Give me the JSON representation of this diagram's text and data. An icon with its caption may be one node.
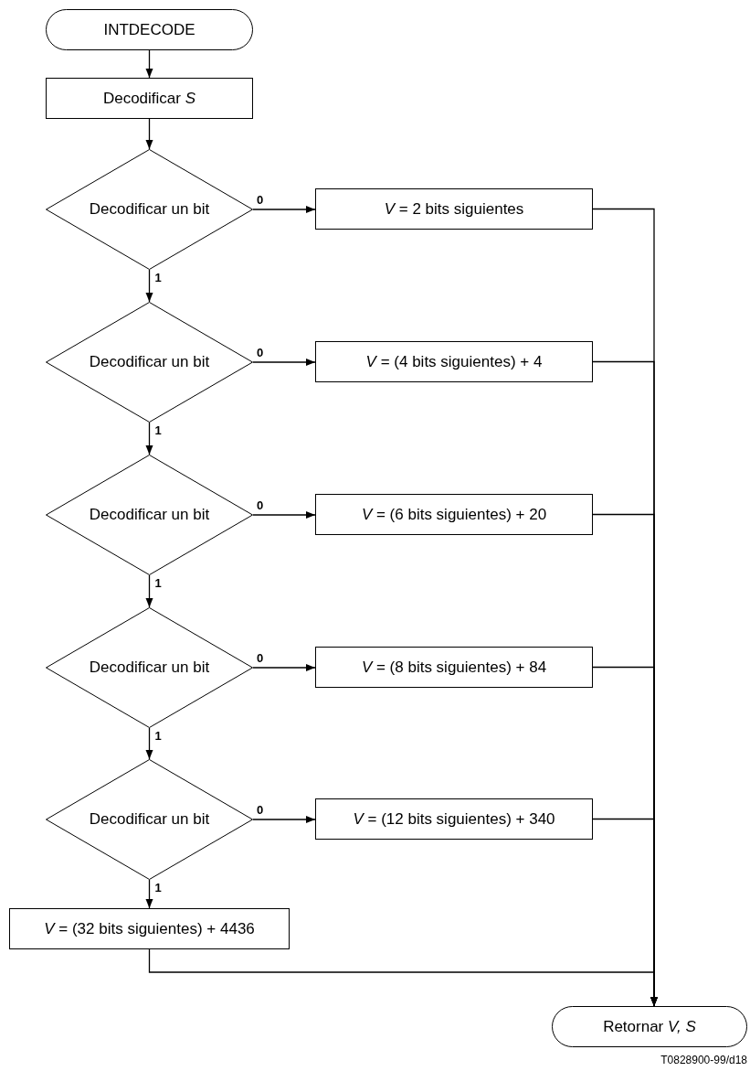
{
  "diagram": {
    "nodes": [
      {
        "text": [
          "INTDECODE"
        ]
      },
      {
        "text": [
          "Decodificar *S*"
        ]
      },
      {
        "text": [
          "Decodificar un bit"
        ]
      },
      {
        "text": [
          "*V* = 2 bits siguientes"
        ]
      },
      {
        "text": [
          "Decodificar un bit"
        ]
      },
      {
        "text": [
          "*V* = (4 bits siguientes) + 4"
        ]
      },
      {
        "text": [
          "Decodificar un bit"
        ]
      },
      {
        "text": [
          "*V* = (6 bits siguientes) + 20"
        ]
      },
      {
        "text": [
          "Decodificar un bit"
        ]
      },
      {
        "text": [
          "*V* = (8 bits siguientes) + 84"
        ]
      },
      {
        "text": [
          "Decodificar un bit"
        ]
      },
      {
        "text": [
          "*V* = (12 bits siguientes) + 340"
        ]
      },
      {
        "text": [
          "*V* = (32 bits siguientes) + 4436"
        ]
      },
      {
        "text": [
          "Retornar *V, S*"
        ]
      }
    ],
    "edges": [
      {
        "from": 0,
        "to": 1,
        "arrow": "to"
      },
      {
        "from": 1,
        "to": 2,
        "arrow": "to"
      },
      {
        "from": 2,
        "to": 3,
        "arrow": "to",
        "label": "0"
      },
      {
        "from": 2,
        "to": 4,
        "arrow": "to",
        "label": "1"
      },
      {
        "from": 4,
        "to": 5,
        "arrow": "to",
        "label": "0"
      },
      {
        "from": 4,
        "to": 6,
        "arrow": "to",
        "label": "1"
      },
      {
        "from": 6,
        "to": 7,
        "arrow": "to",
        "label": "0"
      },
      {
        "from": 6,
        "to": 8,
        "arrow": "to",
        "label": "1"
      },
      {
        "from": 8,
        "to": 9,
        "arrow": "to",
        "label": "0"
      },
      {
        "from": 8,
        "to": 10,
        "arrow": "to",
        "label": "1"
      },
      {
        "from": 10,
        "to": 11,
        "arrow": "to",
        "label": "0"
      },
      {
        "from": 10,
        "to": 12,
        "arrow": "to",
        "label": "1"
      },
      {
        "from": 3,
        "to": 13,
        "arrow": "to"
      },
      {
        "from": 5,
        "to": 13,
        "arrow": "to"
      },
      {
        "from": 7,
        "to": 13,
        "arrow": "to"
      },
      {
        "from": 9,
        "to": 13,
        "arrow": "to"
      },
      {
        "from": 11,
        "to": 13,
        "arrow": "to"
      },
      {
        "from": 12,
        "to": 13,
        "arrow": "to"
      }
    ],
    "labels": [
      "T0828900-99/d18"
    ]
  }
}
